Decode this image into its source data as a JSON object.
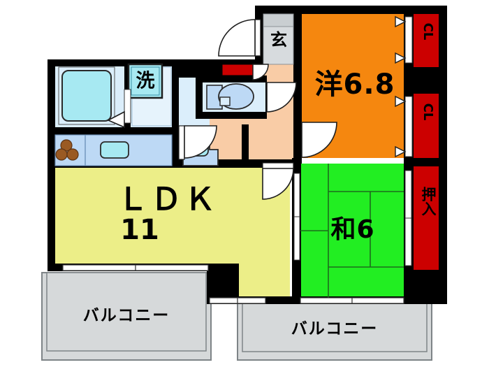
{
  "plan": {
    "title": "Japanese apartment floor plan (madori)",
    "layout_type": "2LDK"
  },
  "colors": {
    "wall": "#000000",
    "ldk": "#ecee88",
    "washitsu": "#22ee22",
    "yoshitsu": "#f5870f",
    "corridor": "#f9cca6",
    "water_area": "#dbeefb",
    "fixture_fill": "#a7e9f2",
    "sink_counter": "#bdd9f5",
    "closet_red": "#cc0000",
    "balcony": "#d6d9da",
    "entrance_gray": "#d7dbde",
    "burner": "#9a5a23",
    "white": "#ffffff"
  },
  "rooms": [
    {
      "key": "ldk",
      "label": "ＬＤＫ",
      "size": "11",
      "name": "living-dining-kitchen"
    },
    {
      "key": "yoshitsu",
      "label": "洋",
      "size": "6.8",
      "name": "western-room"
    },
    {
      "key": "washitsu",
      "label": "和",
      "size": "6",
      "name": "japanese-room"
    },
    {
      "key": "genkan",
      "label": "玄",
      "size": "",
      "name": "entrance"
    }
  ],
  "labels": {
    "ldk_name": "ＬＤＫ",
    "ldk_size": "11",
    "yoshitsu": "洋6.8",
    "washitsu": "和6",
    "genkan": "玄",
    "washer": "洗",
    "closet_upper": "CL",
    "closet_lower": "CL",
    "oshiire": "押入",
    "balcony_left": "バルコニー",
    "balcony_right": "バルコニー"
  },
  "fixtures": [
    {
      "name": "bathtub",
      "label": ""
    },
    {
      "name": "washing-machine",
      "label": "洗"
    },
    {
      "name": "toilet",
      "label": ""
    },
    {
      "name": "wash-basin",
      "label": ""
    },
    {
      "name": "kitchen-sink",
      "label": ""
    },
    {
      "name": "stove-burners",
      "label": ""
    },
    {
      "name": "shoe-cabinet",
      "label": ""
    }
  ],
  "storage": [
    {
      "name": "closet-upper",
      "label": "CL"
    },
    {
      "name": "closet-lower",
      "label": "CL"
    },
    {
      "name": "oshiire",
      "label": "押入"
    }
  ],
  "balconies": [
    {
      "name": "balcony-left",
      "label": "バルコニー"
    },
    {
      "name": "balcony-right",
      "label": "バルコニー"
    }
  ]
}
